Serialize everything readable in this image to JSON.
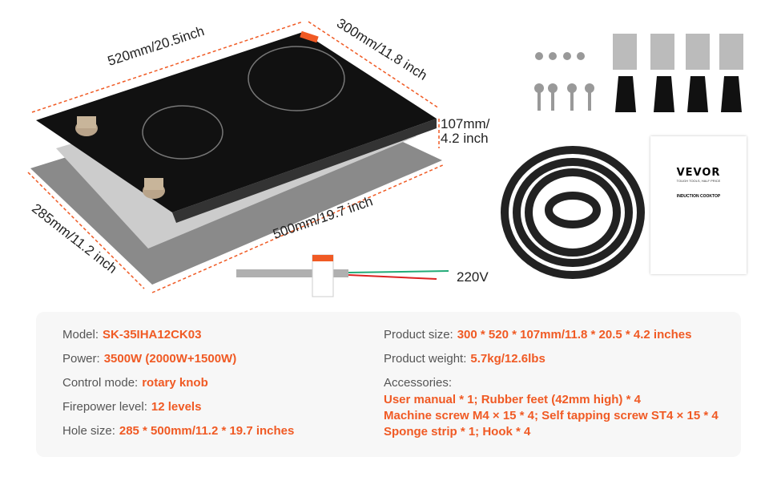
{
  "dimensions": {
    "length": "520mm/20.5inch",
    "width": "300mm/11.8 inch",
    "height_line1": "107mm/",
    "height_line2": "4.2 inch",
    "hole_length": "500mm/19.7 inch",
    "hole_width": "285mm/11.2 inch",
    "voltage": "220V"
  },
  "brand": "VEVOR",
  "manual": {
    "logo": "VEVOR",
    "tagline": "TOUGH TOOLS, HALF PRICE",
    "title": "INDUCTION COOKTOP"
  },
  "specs": {
    "left": [
      {
        "label": "Model:",
        "value": "SK-35IHA12CK03"
      },
      {
        "label": "Power:",
        "value": "3500W (2000W+1500W)"
      },
      {
        "label": "Control mode:",
        "value": "rotary knob"
      },
      {
        "label": "Firepower level:",
        "value": "12 levels"
      },
      {
        "label": "Hole size:",
        "value": "285 * 500mm/11.2 * 19.7 inches"
      }
    ],
    "right": [
      {
        "label": "Product size:",
        "value": "300 * 520 * 107mm/11.8 * 20.5 * 4.2 inches"
      },
      {
        "label": "Product weight:",
        "value": "5.7kg/12.6lbs"
      }
    ],
    "accessories_label": "Accessories:",
    "accessories": [
      "User manual * 1;  Rubber feet (42mm high) * 4",
      "Machine screw M4 × 15 * 4;  Self tapping screw ST4 × 15 * 4",
      "Sponge strip * 1;  Hook * 4"
    ]
  },
  "colors": {
    "accent": "#f05a24"
  }
}
